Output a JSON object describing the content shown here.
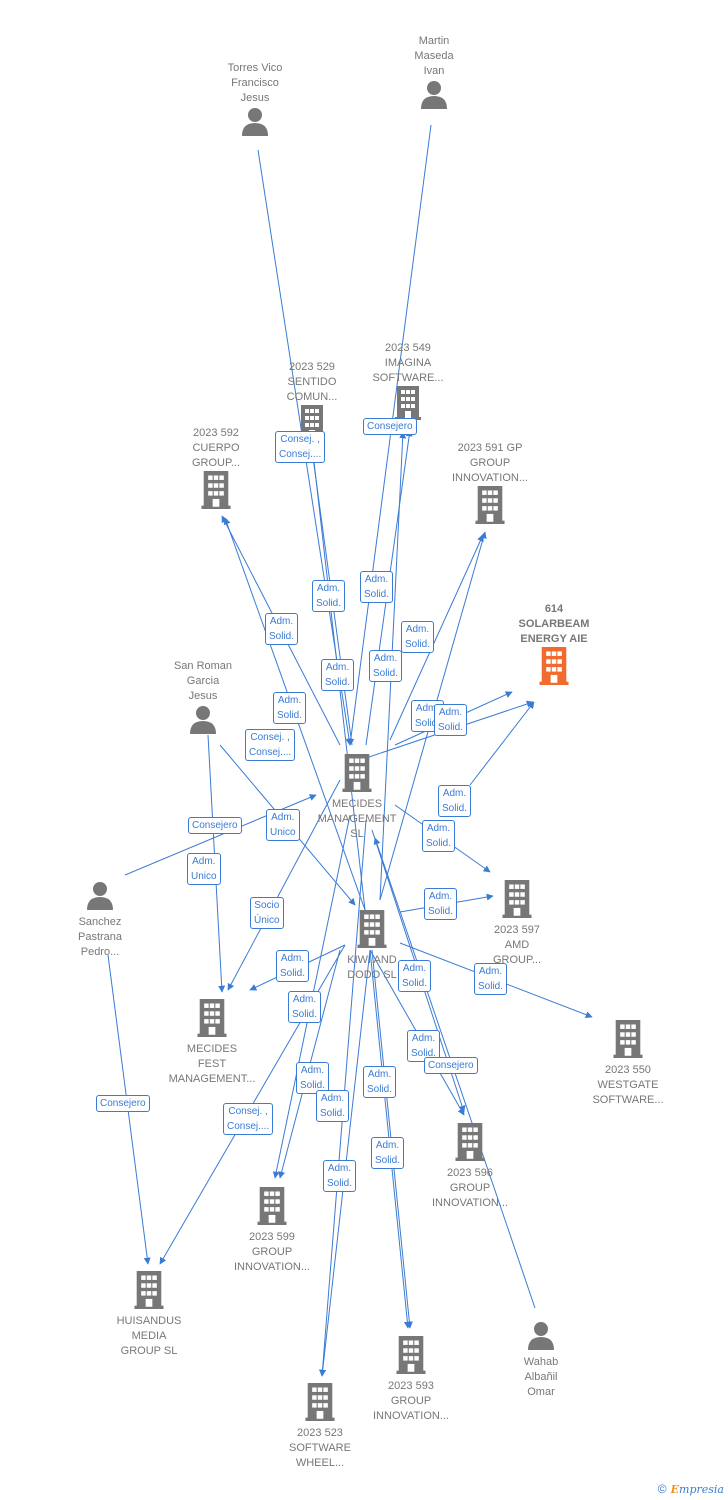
{
  "colors": {
    "edge": "#3a7bd5",
    "node_icon": "#777777",
    "focus_icon": "#f26b2e",
    "label": "#777777"
  },
  "nodes": [
    {
      "id": "torres",
      "type": "person",
      "label": "Torres Vico\nFrancisco\nJesus"
    },
    {
      "id": "martin",
      "type": "person",
      "label": "Martin\nMaseda\nIvan"
    },
    {
      "id": "c529",
      "type": "company",
      "label": "2023 529\nSENTIDO\nCOMUN..."
    },
    {
      "id": "c549",
      "type": "company",
      "label": "2023 549\nIMAGINA\nSOFTWARE..."
    },
    {
      "id": "c592",
      "type": "company",
      "label": "2023 592\nCUERPO\nGROUP..."
    },
    {
      "id": "c591",
      "type": "company",
      "label": "2023 591 GP\nGROUP\nINNOVATION..."
    },
    {
      "id": "c614",
      "type": "company",
      "focus": true,
      "label": "614\nSOLARBEAM\nENERGY AIE"
    },
    {
      "id": "sanroman",
      "type": "person",
      "label": "San Roman\nGarcia\nJesus"
    },
    {
      "id": "mecides",
      "type": "company",
      "label": "MECIDES\nMANAGEMENT\nSL"
    },
    {
      "id": "sanchez",
      "type": "person",
      "label": "Sanchez\nPastrana\nPedro..."
    },
    {
      "id": "kiwi",
      "type": "company",
      "label": "KIWI AND\nDODO SL"
    },
    {
      "id": "c597",
      "type": "company",
      "label": "2023 597\nAMD\nGROUP..."
    },
    {
      "id": "fest",
      "type": "company",
      "label": "MECIDES\nFEST\nMANAGEMENT..."
    },
    {
      "id": "c550",
      "type": "company",
      "label": "2023 550\nWESTGATE\nSOFTWARE..."
    },
    {
      "id": "c596",
      "type": "company",
      "label": "2023 596\nGROUP\nINNOVATION..."
    },
    {
      "id": "c599",
      "type": "company",
      "label": "2023 599\nGROUP\nINNOVATION..."
    },
    {
      "id": "huisandus",
      "type": "company",
      "label": "HUISANDUS\nMEDIA\nGROUP SL"
    },
    {
      "id": "wahab",
      "type": "person",
      "label": "Wahab\nAlbañil\nOmar"
    },
    {
      "id": "c593",
      "type": "company",
      "label": "2023 593\nGROUP\nINNOVATION..."
    },
    {
      "id": "c523",
      "type": "company",
      "label": "2023 523\nSOFTWARE\nWHEEL..."
    }
  ],
  "edge_labels": [
    "Consej. ,\nConsej....",
    "Consejero",
    "Adm.\nSolid.",
    "Adm.\nSolid.",
    "Adm.\nSolid.",
    "Adm.\nSolid.",
    "Adm.\nSolid.",
    "Adm.\nSolid.",
    "Adm.\nSolid.",
    "Adm.\nSolid.",
    "Consej. ,\nConsej....",
    "Adm.\nSolid.",
    "Consejero",
    "Adm.\nUnico",
    "Adm.\nSolid.",
    "Adm.\nUnico",
    "Adm.\nSolid.",
    "Socio\nÚnico",
    "Adm.\nSolid.",
    "Adm.\nSolid.",
    "Adm.\nSolid.",
    "Adm.\nSolid.",
    "Adm.\nSolid.",
    "Adm.\nSolid.",
    "Consejero",
    "Adm.\nSolid.",
    "Adm.\nSolid.",
    "Consejero",
    "Consej. ,\nConsej....",
    "Adm.\nSolid.",
    "Adm.\nSolid.",
    "Adm.\nSolid.",
    "Adm.\nSolid."
  ],
  "footer": {
    "copyright": "©",
    "brand_first": "E",
    "brand_rest": "mpresia"
  }
}
